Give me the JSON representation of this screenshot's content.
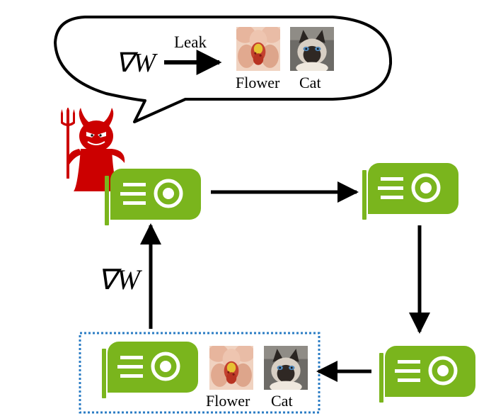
{
  "bubble": {
    "gradient_symbol": "∇W",
    "arrow_label": "Leak",
    "images": [
      {
        "label": "Flower",
        "icon": "flower-thumbnail"
      },
      {
        "label": "Cat",
        "icon": "cat-thumbnail"
      }
    ]
  },
  "attacker": {
    "icon": "devil-icon",
    "color": "#cc0000"
  },
  "gpus": [
    {
      "name": "gpu-top-left",
      "icon": "gpu-card-icon"
    },
    {
      "name": "gpu-top-right",
      "icon": "gpu-card-icon"
    },
    {
      "name": "gpu-bottom-right",
      "icon": "gpu-card-icon"
    },
    {
      "name": "gpu-bottom-left",
      "icon": "gpu-card-icon"
    }
  ],
  "gradient_label": "∇W",
  "local_data": {
    "images": [
      {
        "label": "Flower",
        "icon": "flower-thumbnail"
      },
      {
        "label": "Cat",
        "icon": "cat-thumbnail"
      }
    ]
  },
  "colors": {
    "gpu": "#7ab51d",
    "devil": "#cc0000",
    "dashed_box": "#2b7cc4",
    "arrow": "#000000"
  }
}
